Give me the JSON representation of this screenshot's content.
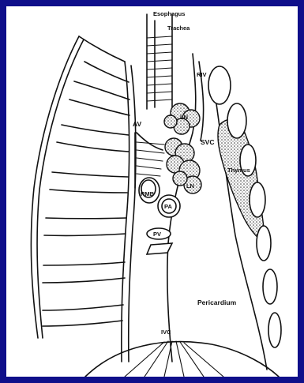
{
  "labels": {
    "esophagus": "Esophagus",
    "trachea": "Trachea",
    "riv": "RIV",
    "av": "AV",
    "ln_top": "LN",
    "svc": "SVC",
    "thymus": "Thymus",
    "ln_mid": "LN",
    "rmb": "RMB",
    "pa": "PA",
    "pv": "PV",
    "pericardium": "Pericardium",
    "ivc": "IVC"
  },
  "colors": {
    "border": "#0f0f8a",
    "background": "#ffffff",
    "ink": "#111111"
  }
}
